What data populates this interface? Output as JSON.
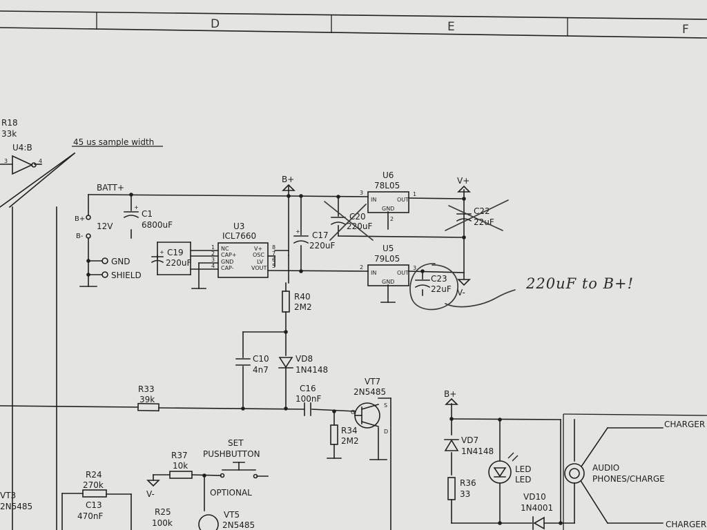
{
  "zones": [
    "D",
    "E",
    "F"
  ],
  "annotations": {
    "sample_width": "45 us sample width",
    "handwritten_note": "220uF to B+!"
  },
  "nets": {
    "batt": "BATT+",
    "bplus": "B+",
    "bminus": "B-",
    "vplus": "V+",
    "vminus": "V-",
    "batt_voltage": "12V",
    "gnd": "GND",
    "shield": "SHIELD"
  },
  "parts": {
    "r18": {
      "ref": "R18",
      "value": "33k"
    },
    "u4b": {
      "ref": "U4:B",
      "pin_in": "3",
      "pin_out": "4"
    },
    "c1": {
      "ref": "C1",
      "value": "6800uF"
    },
    "c19": {
      "ref": "C19",
      "value": "220uF"
    },
    "u3": {
      "ref": "U3",
      "value": "ICL7660",
      "pins_left": [
        "NC",
        "CAP+",
        "GND",
        "CAP-"
      ],
      "pins_right": [
        "V+",
        "OSC",
        "LV",
        "VOUT"
      ],
      "pin_nums_left": [
        "1",
        "2",
        "3",
        "4"
      ],
      "pin_nums_right": [
        "8",
        "7",
        "6",
        "5"
      ]
    },
    "c17": {
      "ref": "C17",
      "value": "220uF"
    },
    "u6": {
      "ref": "U6",
      "value": "78L05",
      "pin_in": "IN",
      "pin_out": "OUT",
      "pin_gnd": "GND",
      "num_in": "3",
      "num_out": "1",
      "num_gnd": "2"
    },
    "u5": {
      "ref": "U5",
      "value": "79L05",
      "pin_in": "IN",
      "pin_out": "OUT",
      "pin_gnd": "GND",
      "num_in": "2",
      "num_out": "3"
    },
    "c20": {
      "ref": "C20",
      "value": "220uF"
    },
    "c22": {
      "ref": "C22",
      "value": "22uF"
    },
    "c23": {
      "ref": "C23",
      "value": "22uF"
    },
    "r40": {
      "ref": "R40",
      "value": "2M2"
    },
    "c10": {
      "ref": "C10",
      "value": "4n7"
    },
    "vd8": {
      "ref": "VD8",
      "value": "1N4148"
    },
    "r33": {
      "ref": "R33",
      "value": "39k"
    },
    "c16": {
      "ref": "C16",
      "value": "100nF"
    },
    "vt7": {
      "ref": "VT7",
      "value": "2N5485",
      "pin_g": "G",
      "pin_s": "S",
      "pin_d": "D"
    },
    "r34": {
      "ref": "R34",
      "value": "2M2"
    },
    "set_button": {
      "line1": "SET",
      "line2": "PUSHBUTTON",
      "line3": "OPTIONAL"
    },
    "r37": {
      "ref": "R37",
      "value": "10k"
    },
    "r24": {
      "ref": "R24",
      "value": "270k"
    },
    "c13": {
      "ref": "C13",
      "value": "470nF"
    },
    "vt3": {
      "ref": "VT3",
      "value": "2N5485"
    },
    "r25": {
      "ref": "R25",
      "value": "100k"
    },
    "vt5": {
      "ref": "VT5",
      "value": "2N5485"
    },
    "vd7": {
      "ref": "VD7",
      "value": "1N4148"
    },
    "led": {
      "ref": "LED",
      "value": "LED"
    },
    "r36": {
      "ref": "R36",
      "value": "33"
    },
    "vd10": {
      "ref": "VD10",
      "value": "1N4001"
    },
    "audio": {
      "line1": "AUDIO",
      "line2": "PHONES/CHARGE"
    },
    "charger_top": "CHARGER",
    "charger_bottom": "CHARGER"
  }
}
